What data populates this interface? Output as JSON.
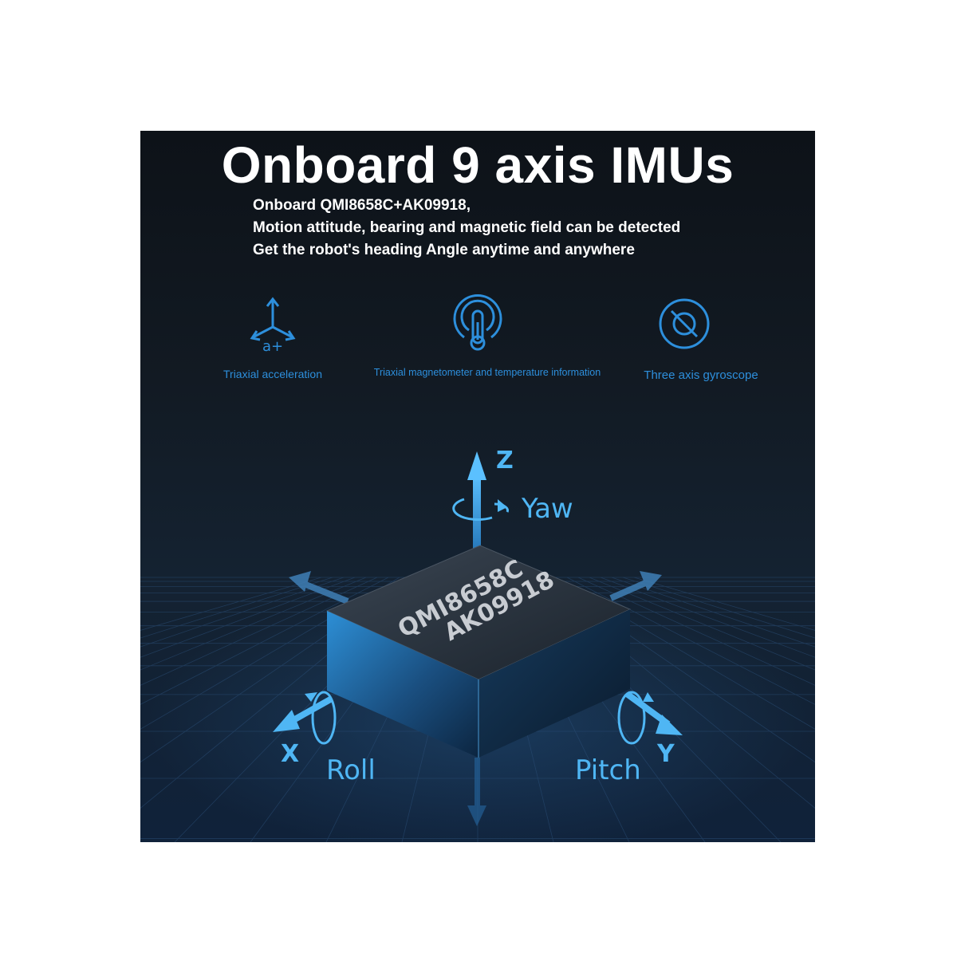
{
  "title": "Onboard 9 axis IMUs",
  "description": [
    "Onboard QMI8658C+AK09918,",
    "Motion attitude, bearing and magnetic field can be detected",
    "Get the robot's heading Angle anytime and anywhere"
  ],
  "features": [
    {
      "label": "Triaxial acceleration",
      "icon": "axes-acceleration-icon"
    },
    {
      "label": "Triaxial magnetometer and temperature information",
      "icon": "thermometer-icon"
    },
    {
      "label": "Three axis gyroscope",
      "icon": "gyroscope-icon"
    }
  ],
  "chip": {
    "line1": "QMI8658C",
    "line2": "AK09918"
  },
  "axes": {
    "z": "Z",
    "yaw": "Yaw",
    "x": "X",
    "roll": "Roll",
    "y": "Y",
    "pitch": "Pitch"
  },
  "icon_glyph": "a+",
  "colors": {
    "accent": "#2d8fdc",
    "axis": "#4fb6f4",
    "background": "#121a23"
  }
}
